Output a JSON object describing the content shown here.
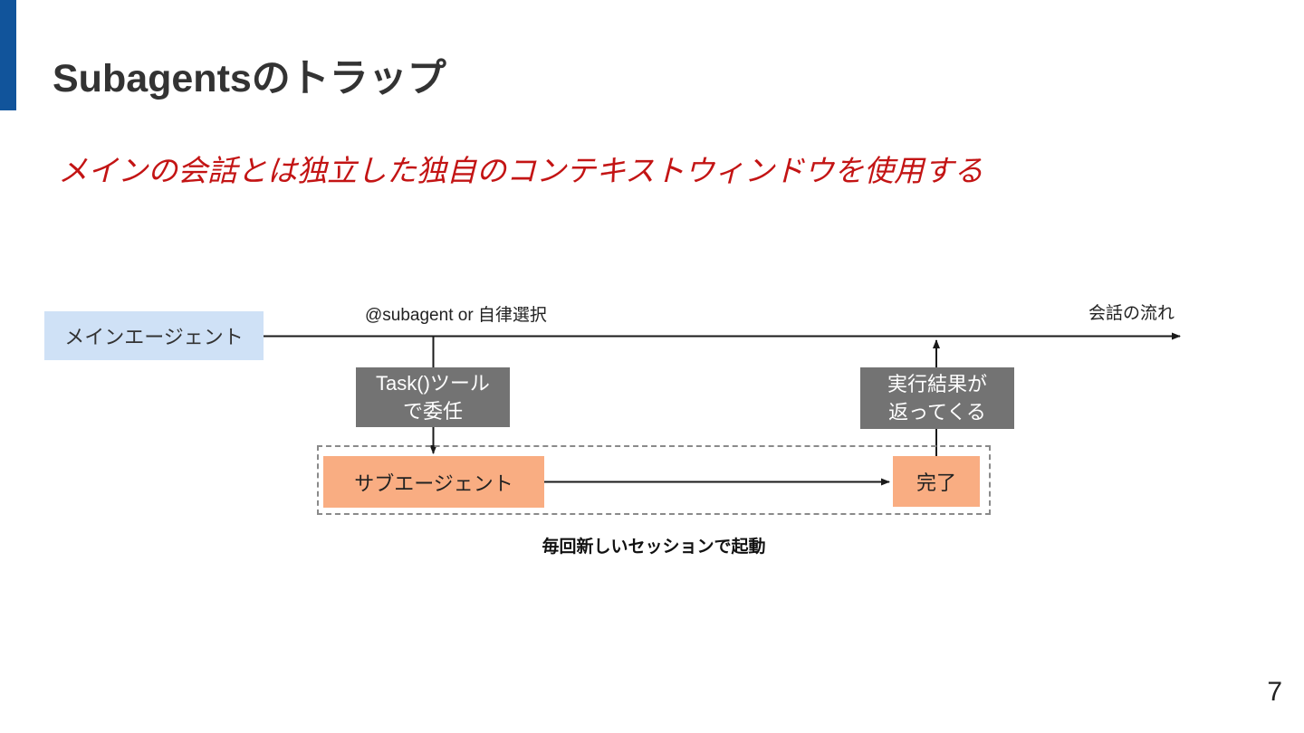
{
  "slide": {
    "title": "Subagentsのトラップ",
    "subtitle": "メインの会話とは独立した独自のコンテキストウィンドウを使用する",
    "page_number": "7"
  },
  "diagram": {
    "main_agent_label": "メインエージェント",
    "branch_label": "@subagent or 自律選択",
    "flow_label": "会話の流れ",
    "task_box_line1": "Task()ツール",
    "task_box_line2": "で委任",
    "result_box_line1": "実行結果が",
    "result_box_line2": "返ってくる",
    "subagent_label": "サブエージェント",
    "done_label": "完了",
    "session_caption": "毎回新しいセッションで起動"
  },
  "colors": {
    "accent_bar": "#11549B",
    "title_text": "#333333",
    "subtitle_red": "#C31414",
    "main_agent_bg": "#CFE1F6",
    "gray_box_bg": "#737373",
    "orange_box_bg": "#F9AD82",
    "line_color": "#1A1A1A",
    "dashed_border": "#8A8A8A"
  }
}
